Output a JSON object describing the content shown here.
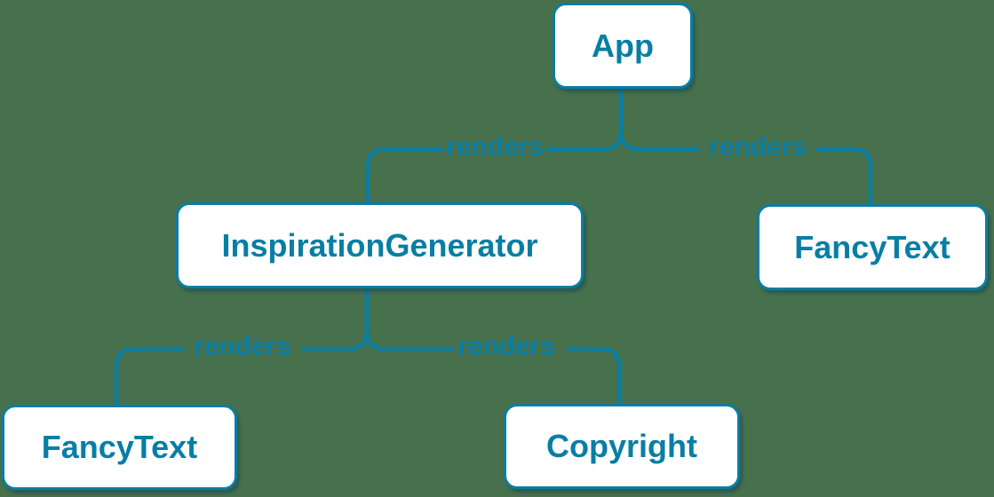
{
  "diagram": {
    "title": "render-tree",
    "colors": {
      "accent": "#087EA4",
      "background": "#47704D",
      "node_fill": "#FFFFFF"
    },
    "nodes": [
      {
        "id": "app",
        "label": "App"
      },
      {
        "id": "inspiration-generator",
        "label": "InspirationGenerator"
      },
      {
        "id": "fancy-text-top",
        "label": "FancyText"
      },
      {
        "id": "fancy-text-bottom",
        "label": "FancyText"
      },
      {
        "id": "copyright",
        "label": "Copyright"
      }
    ],
    "edges": [
      {
        "from": "App",
        "to": "InspirationGenerator",
        "label": "renders"
      },
      {
        "from": "App",
        "to": "FancyText",
        "label": "renders"
      },
      {
        "from": "InspirationGenerator",
        "to": "FancyText",
        "label": "renders"
      },
      {
        "from": "InspirationGenerator",
        "to": "Copyright",
        "label": "renders"
      }
    ]
  }
}
